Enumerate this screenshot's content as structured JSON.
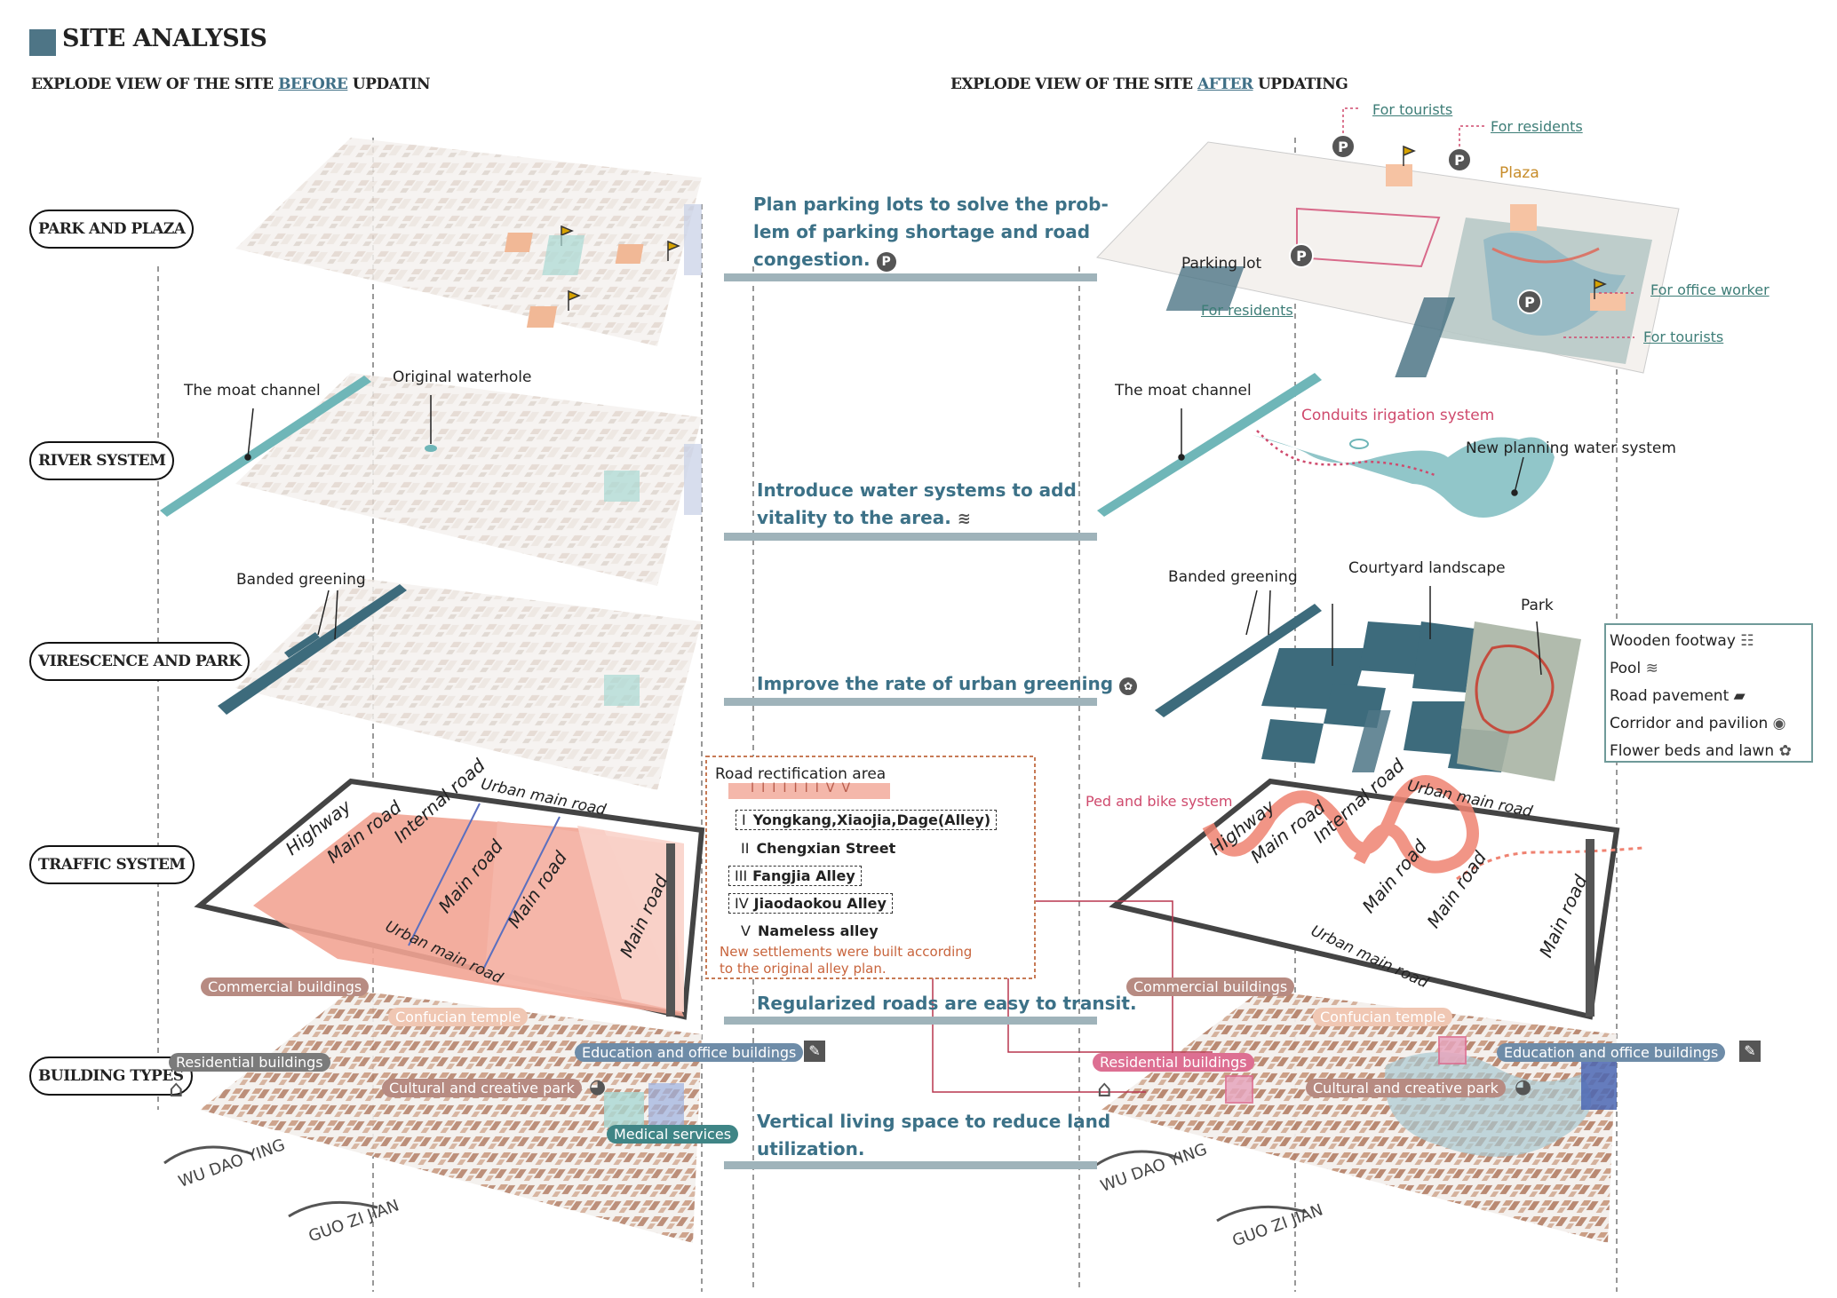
{
  "header": {
    "title": "SITE ANALYSIS",
    "before_prefix": "EXPLODE VIEW OF THE SITE ",
    "before_hl": "BEFORE",
    "before_suffix": " UPDATIN",
    "after_prefix": "EXPLODE VIEW OF THE SITE ",
    "after_hl": "AFTER",
    "after_suffix": " UPDATING"
  },
  "layers": [
    "PARK AND PLAZA",
    "RIVER SYSTEM",
    "VIRESCENCE AND PARK",
    "TRAFFIC SYSTEM",
    "BUILDING TYPES"
  ],
  "messages": {
    "parking_1": "Plan parking lots to solve the prob-",
    "parking_2": "lem of parking shortage and road",
    "parking_3": "congestion.",
    "water_1": "Introduce water systems to add",
    "water_2": "vitality to the area.",
    "green_1": "Improve the rate of urban greening",
    "roads_1": "Regularized roads are easy to transit.",
    "vertical_1": "Vertical living space to reduce land",
    "vertical_2": "utilization."
  },
  "before": {
    "moat": "The moat channel",
    "waterhole": "Original waterhole",
    "banded": "Banded greening",
    "roads": {
      "highway": "Highway",
      "main1": "Main road",
      "internal": "Internal road",
      "urban_top": "Urban main road",
      "main2": "Main road",
      "main3": "Main road",
      "main4": "Main road",
      "urban_bottom": "Urban main road"
    },
    "tags": {
      "commercial": "Commercial buildings",
      "confucian": "Confucian temple",
      "residential": "Residential buildings",
      "education": "Education and office buildings",
      "cultural": "Cultural and creative park",
      "medical": "Medical services"
    },
    "wdy": "WU DAO YING",
    "gzj": "GUO ZI JIAN"
  },
  "road_box": {
    "title": "Road rectification area",
    "numerals": [
      "I",
      "II",
      "III",
      "IV",
      "V"
    ],
    "items": [
      {
        "num": "I",
        "name": "Yongkang,Xiaojia,Dage(Alley)"
      },
      {
        "num": "II",
        "name": "Chengxian Street"
      },
      {
        "num": "III",
        "name": "Fangjia Alley"
      },
      {
        "num": "IV",
        "name": "Jiaodaokou Alley"
      },
      {
        "num": "V",
        "name": "Nameless alley"
      }
    ],
    "note_1": "New settlements were built according",
    "note_2": "to the original alley plan."
  },
  "after": {
    "for_tourists_top": "For tourists",
    "for_residents_top": "For residents",
    "plaza": "Plaza",
    "parking_lot": "Parking lot",
    "for_residents_bottom": "For residents",
    "for_office": "For office worker",
    "for_tourists_bottom": "For tourists",
    "moat": "The moat channel",
    "conduits": "Conduits irigation system",
    "new_water": "New planning water system",
    "banded": "Banded greening",
    "courtyard": "Courtyard landscape",
    "park": "Park",
    "legend": [
      {
        "label": "Wooden footway",
        "icon": "footway-icon"
      },
      {
        "label": "Pool",
        "icon": "pool-icon"
      },
      {
        "label": "Road pavement",
        "icon": "pavement-icon"
      },
      {
        "label": "Corridor and pavilion",
        "icon": "pavilion-icon"
      },
      {
        "label": "Flower beds and lawn",
        "icon": "flower-icon"
      }
    ],
    "ped_bike": "Ped and bike system",
    "roads": {
      "highway": "Highway",
      "main1": "Main road",
      "internal": "Internal road",
      "urban_top": "Urban main road",
      "main2": "Main road",
      "main3": "Main road",
      "main4": "Main road",
      "urban_bottom": "Urban main road"
    },
    "tags": {
      "commercial": "Commercial buildings",
      "confucian": "Confucian temple",
      "residential": "Residential buildings",
      "education": "Education and office buildings",
      "cultural": "Cultural and creative park"
    },
    "wdy": "WU DAO YING",
    "gzj": "GUO ZI JIAN"
  },
  "colors": {
    "accent": "#4e7586",
    "message_text": "#3c7187",
    "water": "#6fb6b8",
    "dark_teal": "#3d6b7c",
    "road_red": "#f2a493",
    "pink": "#cf4a6d",
    "brown_building": "#b5836b"
  }
}
